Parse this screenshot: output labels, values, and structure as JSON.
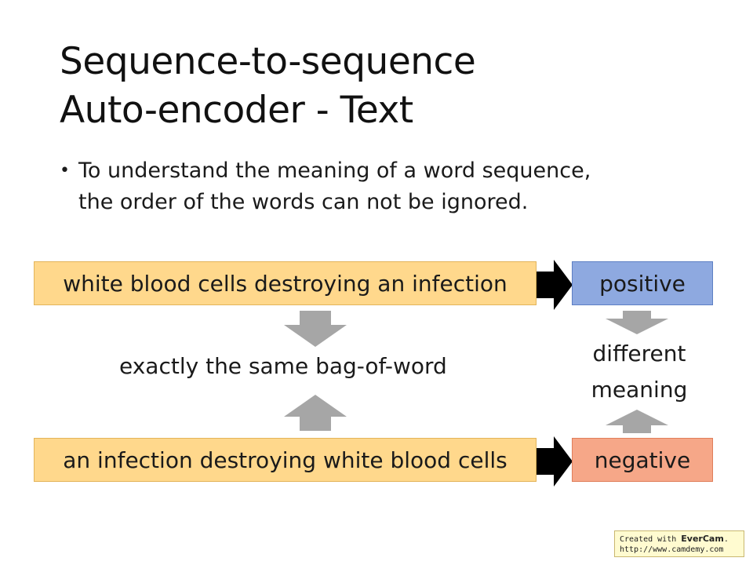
{
  "title": {
    "line1": "Sequence-to-sequence",
    "line2": "Auto-encoder - Text"
  },
  "bullet": {
    "marker": "•",
    "line1": "To understand the meaning of a word sequence,",
    "line2": "the order of the words can not be ignored."
  },
  "diagram": {
    "sentence_top": "white blood cells destroying an infection",
    "sentence_bottom": "an infection destroying white blood cells",
    "label_positive": "positive",
    "label_negative": "negative",
    "same_bag": "exactly the same bag-of-word",
    "different_line1": "different",
    "different_line2": "meaning"
  },
  "watermark": {
    "prefix": "Created with ",
    "brand": "EverCam",
    "suffix": ".",
    "url": "http://www.camdemy.com"
  },
  "colors": {
    "sentence_fill": "#ffd88c",
    "positive_fill": "#8ea9e0",
    "negative_fill": "#f6a788",
    "gray_arrow": "#a6a6a6",
    "black_arrow": "#000000"
  }
}
